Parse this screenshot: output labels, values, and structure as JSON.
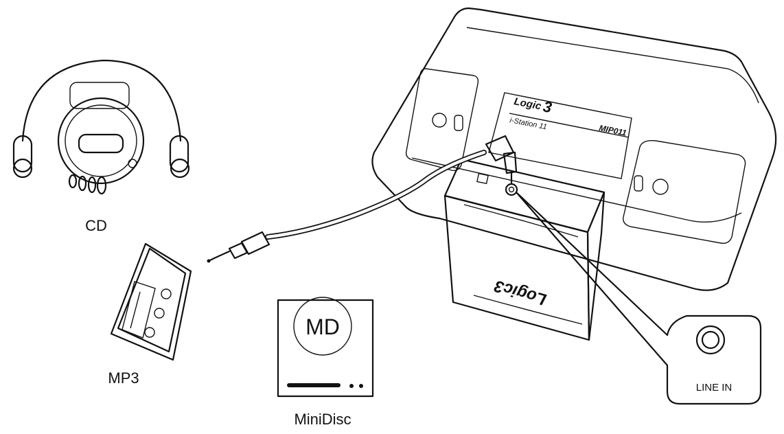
{
  "labels": {
    "cd": "CD",
    "mp3": "MP3",
    "minidisc": "MiniDisc",
    "md_disc": "MD",
    "line_in": "LINE IN"
  },
  "speaker_label": {
    "brand": "Logic",
    "brand_number": "3",
    "model_line": "i-Station 11",
    "model_code": "MIP011"
  },
  "dock_logo": "Logic3",
  "colors": {
    "ink": "#111111",
    "background": "#ffffff",
    "cable": "#ffffff"
  }
}
